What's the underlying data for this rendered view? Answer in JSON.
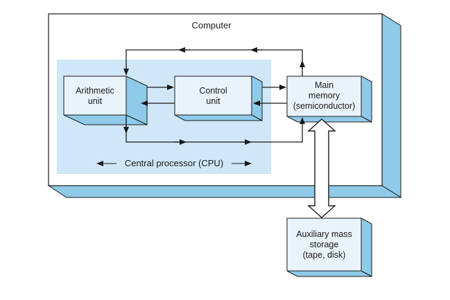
{
  "title": "Computer",
  "cpu_label": "Central processor (CPU)",
  "boxes": {
    "arithmetic": {
      "line1": "Arithmetic",
      "line2": "unit"
    },
    "control": {
      "line1": "Control",
      "line2": "unit"
    },
    "memory": {
      "line1": "Main",
      "line2": "memory",
      "line3": "(semiconductor)"
    },
    "storage": {
      "line1": "Auxiliary mass",
      "line2": "storage",
      "line3": "(tape, disk)"
    }
  },
  "colors": {
    "box_face": "#e8f3fb",
    "box_side": "#8fcbe9",
    "cpu_panel": "#cfe7f7",
    "slab_side": "#8fcbe9",
    "line": "#1a1a1a"
  }
}
